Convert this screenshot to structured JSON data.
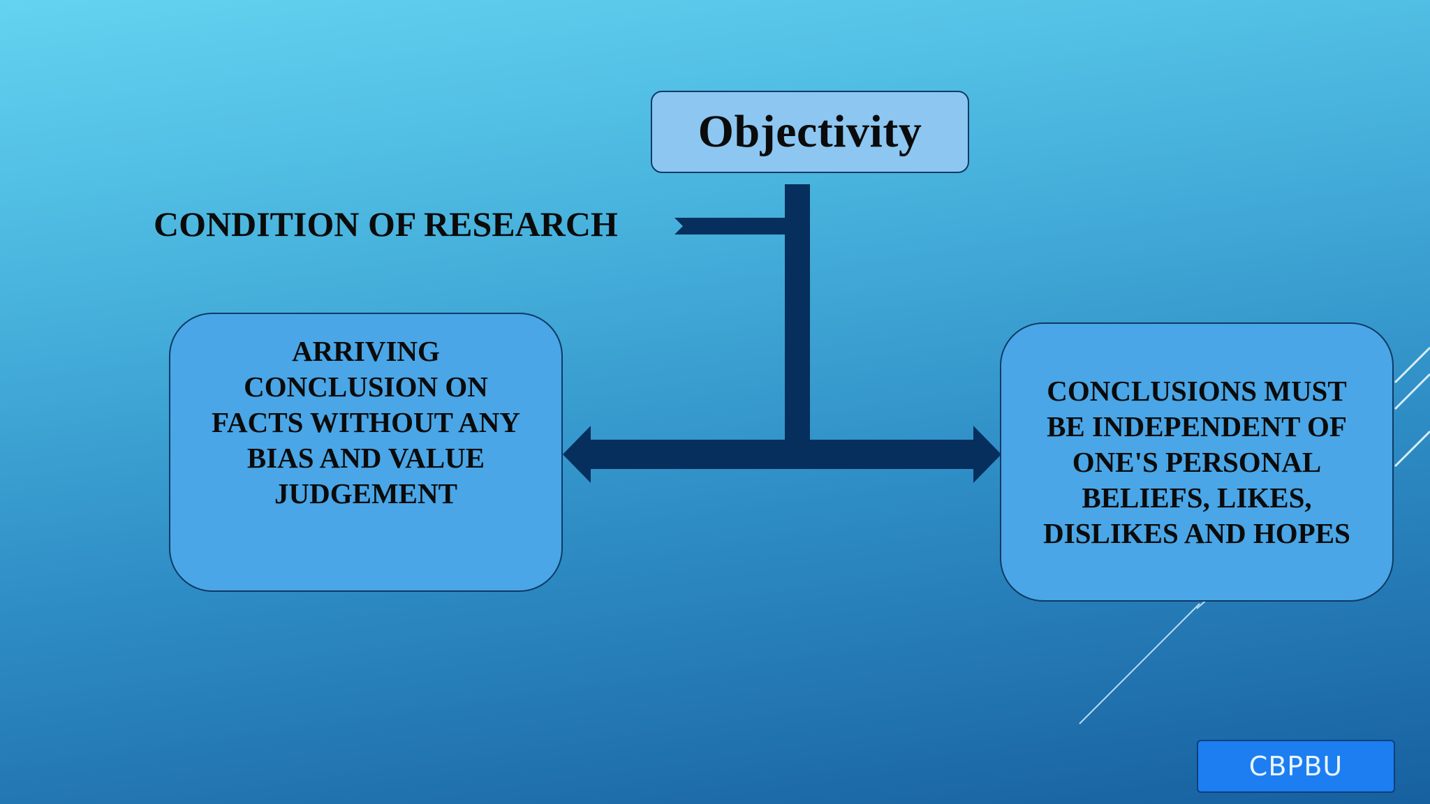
{
  "slide": {
    "title": "Objectivity",
    "condition_label": "CONDITION OF RESEARCH",
    "left_box": {
      "lines": [
        "ARRIVING",
        "CONCLUSION ON",
        "FACTS WITHOUT ANY",
        "BIAS AND VALUE",
        "JUDGEMENT"
      ]
    },
    "right_box": {
      "lines": [
        "CONCLUSIONS MUST",
        "BE INDEPENDENT OF",
        "ONE'S PERSONAL",
        "BELIEFS, LIKES,",
        "DISLIKES AND HOPES"
      ]
    },
    "footer": "CBPBU"
  },
  "colors": {
    "connector": "#062f5e",
    "box_fill": "#4aa6e6",
    "title_fill": "#8cc6f1",
    "badge_fill": "#1c7ef0"
  }
}
